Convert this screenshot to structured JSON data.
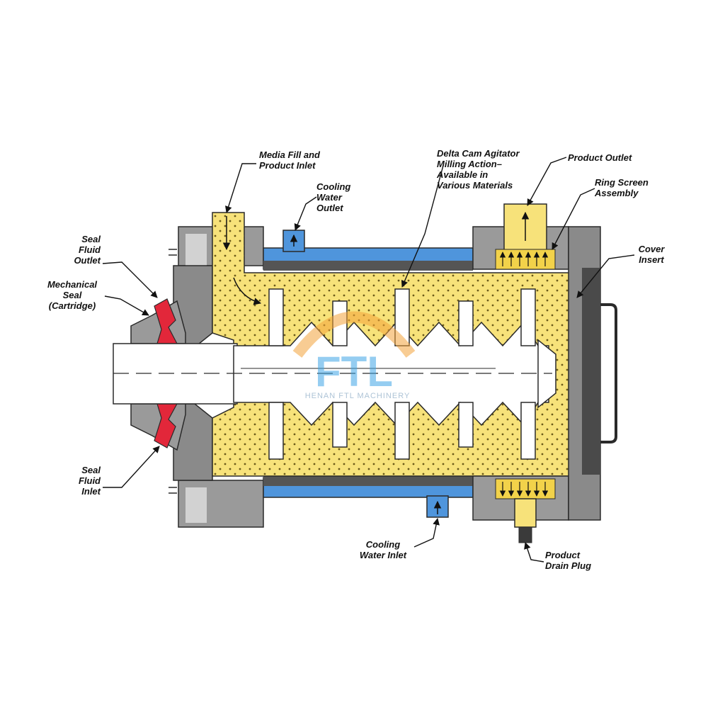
{
  "labels": {
    "media_fill_inlet": "Media Fill and\nProduct Inlet",
    "cooling_water_outlet": "Cooling\nWater\nOutlet",
    "delta_cam_agitator": "Delta Cam Agitator\nMilling Action–\nAvailable in\nVarious Materials",
    "product_outlet": "Product Outlet",
    "ring_screen": "Ring Screen\nAssembly",
    "cover_insert": "Cover\nInsert",
    "seal_fluid_outlet": "Seal\nFluid\nOutlet",
    "mechanical_seal": "Mechanical\nSeal\n(Cartridge)",
    "seal_fluid_inlet": "Seal\nFluid\nInlet",
    "cooling_water_inlet": "Cooling\nWater Inlet",
    "product_drain_plug": "Product\nDrain Plug"
  },
  "watermark": {
    "logo_text": "FTL",
    "company": "HENAN FTL MACHINERY"
  },
  "colors": {
    "product": "#f7e27a",
    "product_dark": "#e9c93a",
    "coolant": "#4f95dc",
    "seal": "#e2273a",
    "housing": "#808080",
    "housing_light": "#c9c9c9",
    "outline": "#2a2a2a"
  }
}
